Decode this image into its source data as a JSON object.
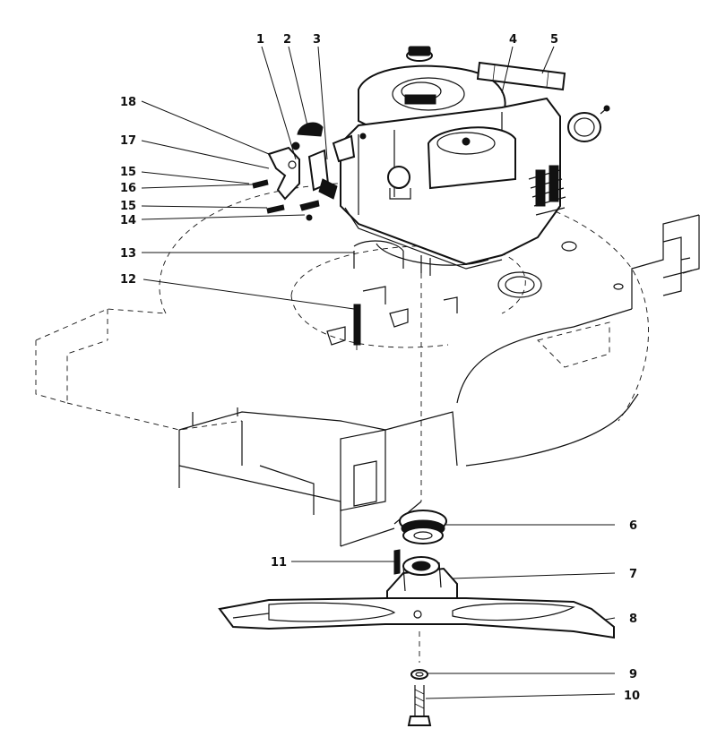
{
  "callouts": [
    {
      "id": "1",
      "text": "1"
    },
    {
      "id": "2",
      "text": "2"
    },
    {
      "id": "3",
      "text": "3"
    },
    {
      "id": "4",
      "text": "4"
    },
    {
      "id": "5",
      "text": "5"
    },
    {
      "id": "6",
      "text": "6"
    },
    {
      "id": "7",
      "text": "7"
    },
    {
      "id": "8",
      "text": "8"
    },
    {
      "id": "9",
      "text": "9"
    },
    {
      "id": "10",
      "text": "10"
    },
    {
      "id": "11",
      "text": "11"
    },
    {
      "id": "12",
      "text": "12"
    },
    {
      "id": "13",
      "text": "13"
    },
    {
      "id": "14",
      "text": "14"
    },
    {
      "id": "15a",
      "text": "15"
    },
    {
      "id": "16",
      "text": "16"
    },
    {
      "id": "15b",
      "text": "15"
    },
    {
      "id": "17",
      "text": "17"
    },
    {
      "id": "18",
      "text": "18"
    }
  ]
}
